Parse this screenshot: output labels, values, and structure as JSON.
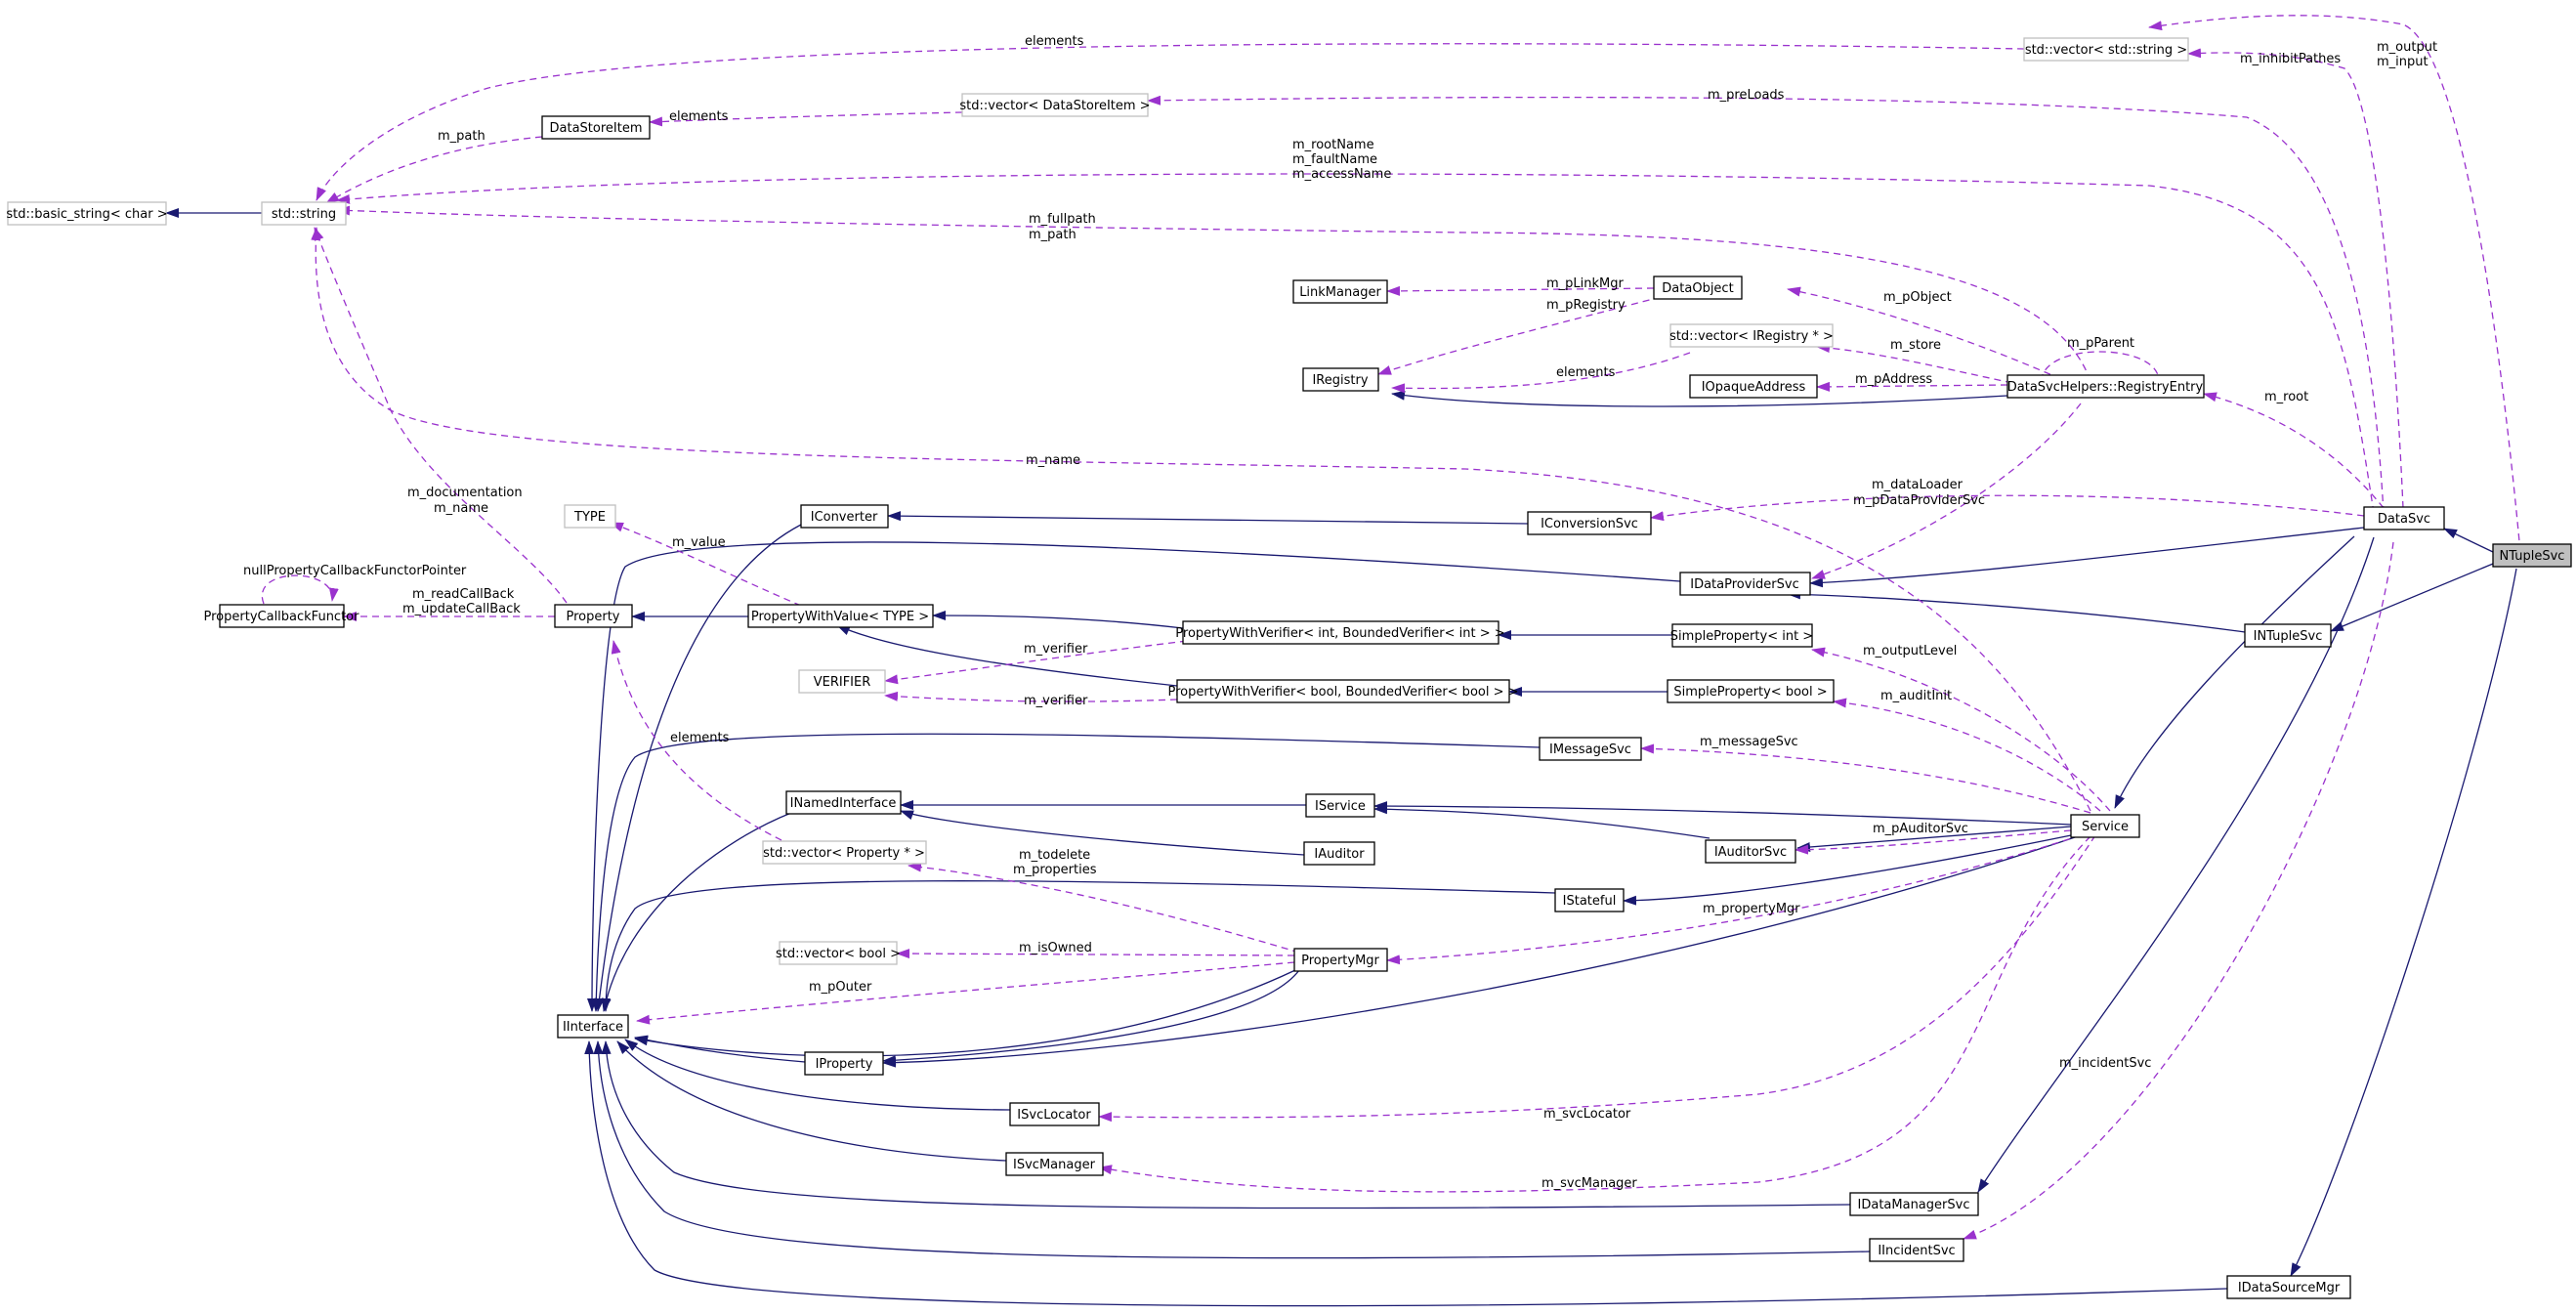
{
  "diagram": {
    "nodes": {
      "basic_string": "std::basic_string< char >",
      "string": "std::string",
      "datastoreitem": "DataStoreItem",
      "vec_datastoreitem": "std::vector< DataStoreItem >",
      "vec_string": "std::vector< std::string >",
      "linkmanager": "LinkManager",
      "dataobject": "DataObject",
      "vec_iregistry": "std::vector< IRegistry * >",
      "iregistry": "IRegistry",
      "iopaqueaddress": "IOpaqueAddress",
      "registryentry": "DataSvcHelpers::RegistryEntry",
      "type": "TYPE",
      "iconverter": "IConverter",
      "iconversionsvc": "IConversionSvc",
      "datasvc": "DataSvc",
      "ntuplesvc": "NTupleSvc",
      "idataprovidersvc": "IDataProviderSvc",
      "intuplesvc": "INTupleSvc",
      "propertycallbackfunctor": "PropertyCallbackFunctor",
      "property": "Property",
      "propertywithvalue": "PropertyWithValue< TYPE >",
      "pwv_int": "PropertyWithVerifier< int, BoundedVerifier< int > >",
      "simpleproperty_int": "SimpleProperty< int >",
      "verifier": "VERIFIER",
      "pwv_bool": "PropertyWithVerifier< bool, BoundedVerifier< bool > >",
      "simpleproperty_bool": "SimpleProperty< bool >",
      "imessagesvc": "IMessageSvc",
      "inamedinterface": "INamedInterface",
      "iservice": "IService",
      "service": "Service",
      "vec_property": "std::vector< Property * >",
      "iauditor": "IAuditor",
      "iauditorsvc": "IAuditorSvc",
      "istateful": "IStateful",
      "vec_bool": "std::vector< bool >",
      "propertymgr": "PropertyMgr",
      "iinterface": "IInterface",
      "iproperty": "IProperty",
      "isvclocator": "ISvcLocator",
      "isvcmanager": "ISvcManager",
      "idatamanagersvc": "IDataManagerSvc",
      "iincidentsvc": "IIncidentSvc",
      "idatasourcemgr": "IDataSourceMgr"
    },
    "labels": {
      "elements_top": "elements",
      "m_output": "m_output",
      "m_input": "m_input",
      "m_inhibitpathes": "m_inhibitPathes",
      "m_path_dsi": "m_path",
      "elements_dsi": "elements",
      "m_preloads": "m_preLoads",
      "m_rootname": "m_rootName",
      "m_faultname": "m_faultName",
      "m_accessname": "m_accessName",
      "m_fullpath": "m_fullpath",
      "m_path_re": "m_path",
      "m_plinkmgr": "m_pLinkMgr",
      "m_pregistry": "m_pRegistry",
      "m_pobject": "m_pObject",
      "m_pparent": "m_pParent",
      "m_store": "m_store",
      "elements_reg": "elements",
      "m_paddress": "m_pAddress",
      "m_root": "m_root",
      "m_name": "m_name",
      "m_dataloader": "m_dataLoader",
      "m_pdataprovidersvc": "m_pDataProviderSvc",
      "m_documentation": "m_documentation",
      "m_name_prop": "m_name",
      "m_value": "m_value",
      "nullpropertycallbackfunctorpointer": "nullPropertyCallbackFunctorPointer",
      "m_readcallback": "m_readCallBack",
      "m_updatecallback": "m_updateCallBack",
      "m_outputlevel": "m_outputLevel",
      "m_verifier_1": "m_verifier",
      "m_verifier_2": "m_verifier",
      "m_auditinit": "m_auditInit",
      "elements_prop": "elements",
      "m_messagesvc": "m_messageSvc",
      "m_pauditorsvc": "m_pAuditorSvc",
      "m_todelete": "m_todelete",
      "m_properties": "m_properties",
      "m_propertymgr": "m_propertyMgr",
      "m_isowned": "m_isOwned",
      "m_pouter": "m_pOuter",
      "m_incidentsvc": "m_incidentSvc",
      "m_svclocator": "m_svcLocator",
      "m_svcmanager": "m_svcManager"
    }
  },
  "colors": {
    "inheritance": "#191970",
    "usage": "#9a32cd",
    "highlight_fill": "#bfbfbf",
    "external_border": "#bfbfbf"
  }
}
